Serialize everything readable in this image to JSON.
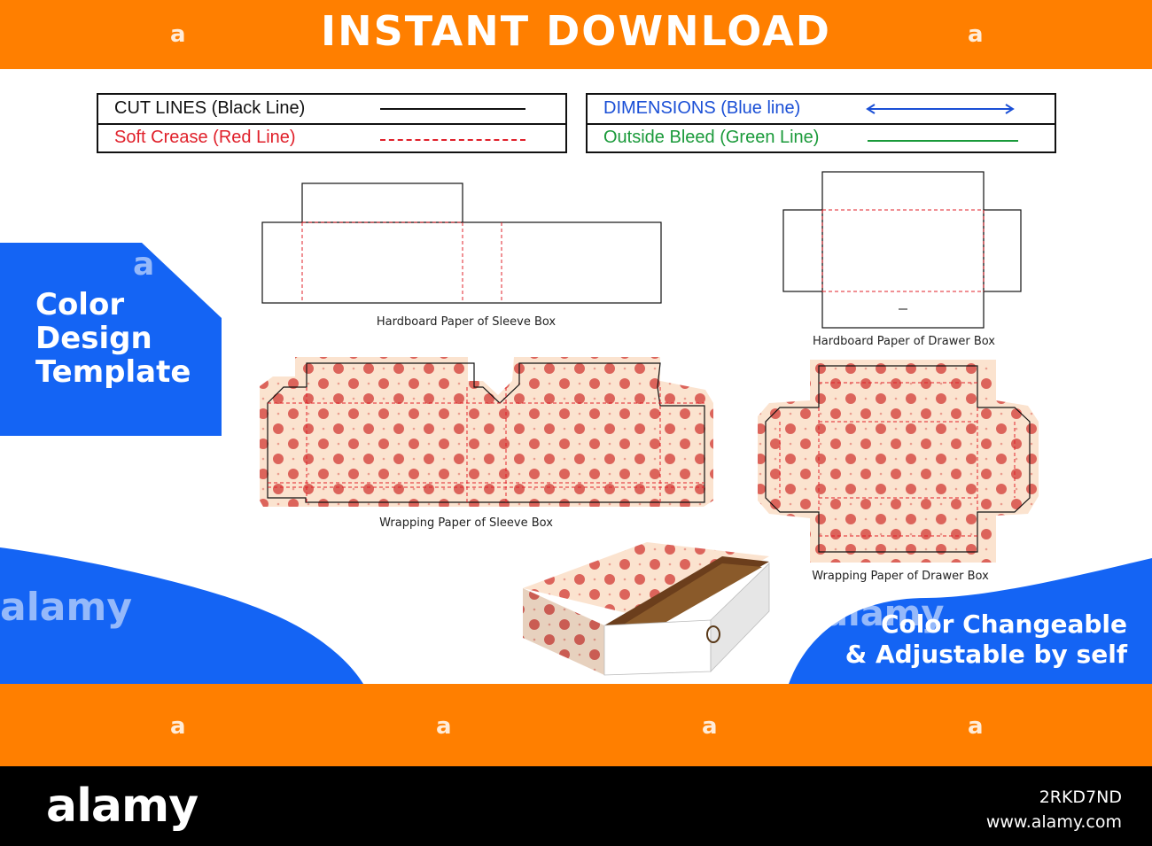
{
  "banner": {
    "title": "INSTANT DOWNLOAD",
    "watermark_glyph": "a"
  },
  "legend": {
    "left": [
      {
        "label": "CUT LINES (Black Line)",
        "color": "#111111",
        "style": "solid"
      },
      {
        "label": "Soft Crease (Red Line)",
        "color": "#e0202a",
        "style": "dashed"
      }
    ],
    "right": [
      {
        "label": "DIMENSIONS (Blue line)",
        "color": "#1a4fd6",
        "style": "arrow"
      },
      {
        "label": "Outside Bleed (Green Line)",
        "color": "#1a9a3a",
        "style": "solid"
      }
    ]
  },
  "side_panel": {
    "lines": [
      "Color",
      "Design",
      "Template"
    ],
    "color": "#1464f4"
  },
  "captions": {
    "hardboard_sleeve": "Hardboard Paper of Sleeve Box",
    "hardboard_drawer": "Hardboard Paper of Drawer Box",
    "wrapping_sleeve": "Wrapping Paper of Sleeve Box",
    "wrapping_drawer": "Wrapping Paper of Drawer Box"
  },
  "feature_badge": {
    "line1": "Color Changeable",
    "line2": "& Adjustable by self"
  },
  "watermark": {
    "text": "alamy"
  },
  "footer": {
    "logo": "alamy",
    "image_id": "2RKD7ND",
    "url": "www.alamy.com"
  },
  "colors": {
    "orange": "#ff7f00",
    "blue": "#1464f4",
    "pattern_bg": "#fbe3cf",
    "dot": "#d9574f"
  }
}
